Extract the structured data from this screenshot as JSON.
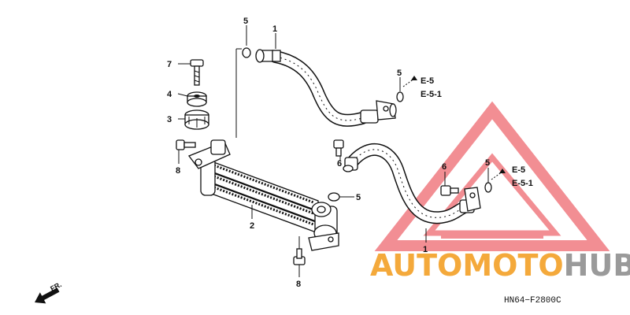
{
  "parts": {
    "hose_upper": "1",
    "hose_lower": "1",
    "oil_cooler": "2",
    "cushion": "3",
    "collar": "4",
    "oring_top": "5",
    "oring_right_upper": "5",
    "oring_cooler": "5",
    "oring_right_lower": "5",
    "bolt_hose_a": "6",
    "bolt_hose_b": "6",
    "bolt_top": "7",
    "bolt_left": "8",
    "bolt_bottom": "8"
  },
  "references": {
    "upper_a": "E-5",
    "upper_b": "E-5-1",
    "lower_a": "E-5",
    "lower_b": "E-5-1"
  },
  "direction_label": "FR.",
  "diagram_code": "HN64−F2800C",
  "watermark": {
    "part1": "AUTO",
    "part2": "MOTO",
    "part3": "HUB",
    "color_orange": "#f4a93b",
    "color_gray": "#9a9a9a",
    "color_red": "#e8323c"
  }
}
